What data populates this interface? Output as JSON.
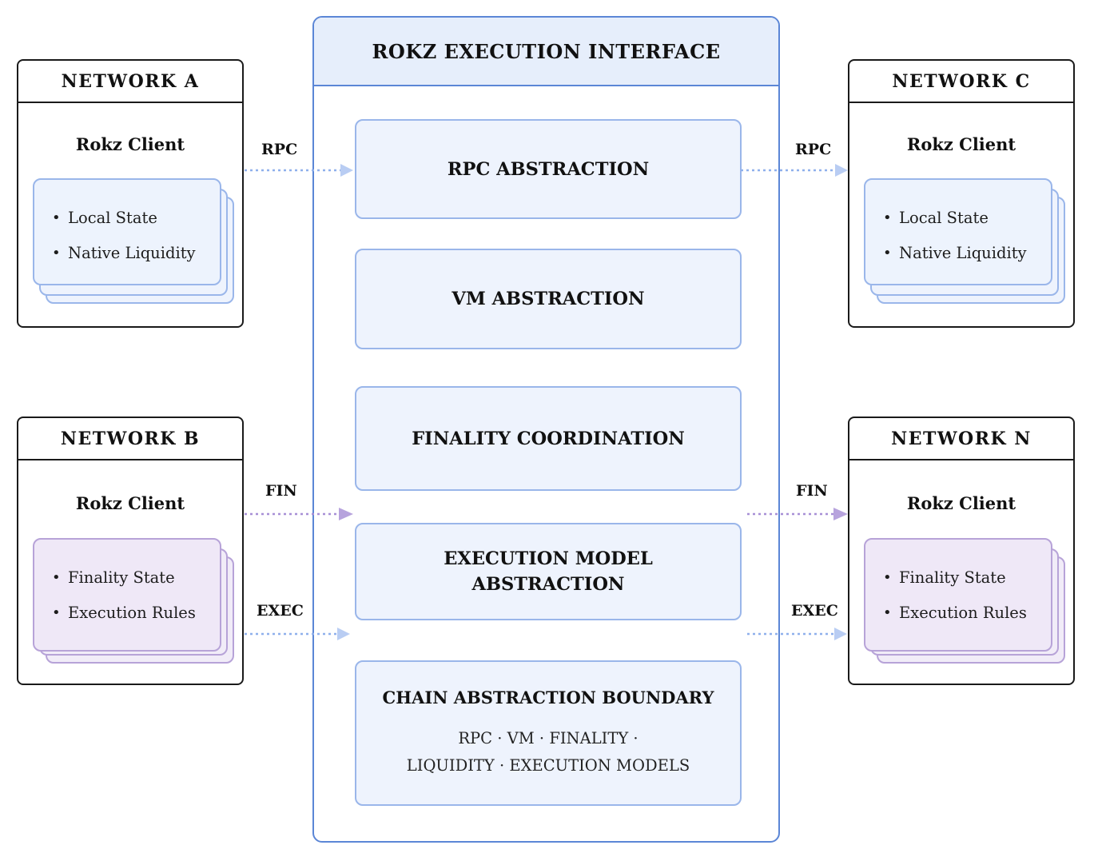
{
  "interface": {
    "title": "ROKZ EXECUTION INTERFACE",
    "layers": [
      {
        "id": "rpc",
        "title": "RPC ABSTRACTION"
      },
      {
        "id": "vm",
        "title": "VM ABSTRACTION"
      },
      {
        "id": "finality",
        "title": "FINALITY COORDINATION"
      },
      {
        "id": "execution",
        "title_line1": "EXECUTION MODEL",
        "title_line2": "ABSTRACTION"
      }
    ],
    "boundary": {
      "title": "CHAIN ABSTRACTION BOUNDARY",
      "line1": "RPC  ·  VM  ·  FINALITY  ·",
      "line2": "LIQUIDITY  ·  EXECUTION MODELS"
    }
  },
  "networks": {
    "a": {
      "name": "NETWORK  A",
      "client": "Rokz Client",
      "items": [
        "Local State",
        "Native Liquidity"
      ]
    },
    "b": {
      "name": "NETWORK  B",
      "client": "Rokz Client",
      "items": [
        "Finality State",
        "Execution Rules"
      ]
    },
    "c": {
      "name": "NETWORK  C",
      "client": "Rokz Client",
      "items": [
        "Local State",
        "Native Liquidity"
      ]
    },
    "n": {
      "name": "NETWORK  N",
      "client": "Rokz Client",
      "items": [
        "Finality State",
        "Execution Rules"
      ]
    }
  },
  "connections": {
    "rpc_left": "RPC",
    "rpc_right": "RPC",
    "fin_left": "FIN",
    "fin_right": "FIN",
    "exec_left": "EXEC",
    "exec_right": "EXEC"
  },
  "colors": {
    "blue_accent": "#5b86d6",
    "blue_fill": "#eef3fd",
    "purple_accent": "#b7a3d8",
    "purple_fill": "#f1ecf8",
    "rpc_arrow": "#8fb0ec",
    "fin_arrow": "#a890d6"
  }
}
